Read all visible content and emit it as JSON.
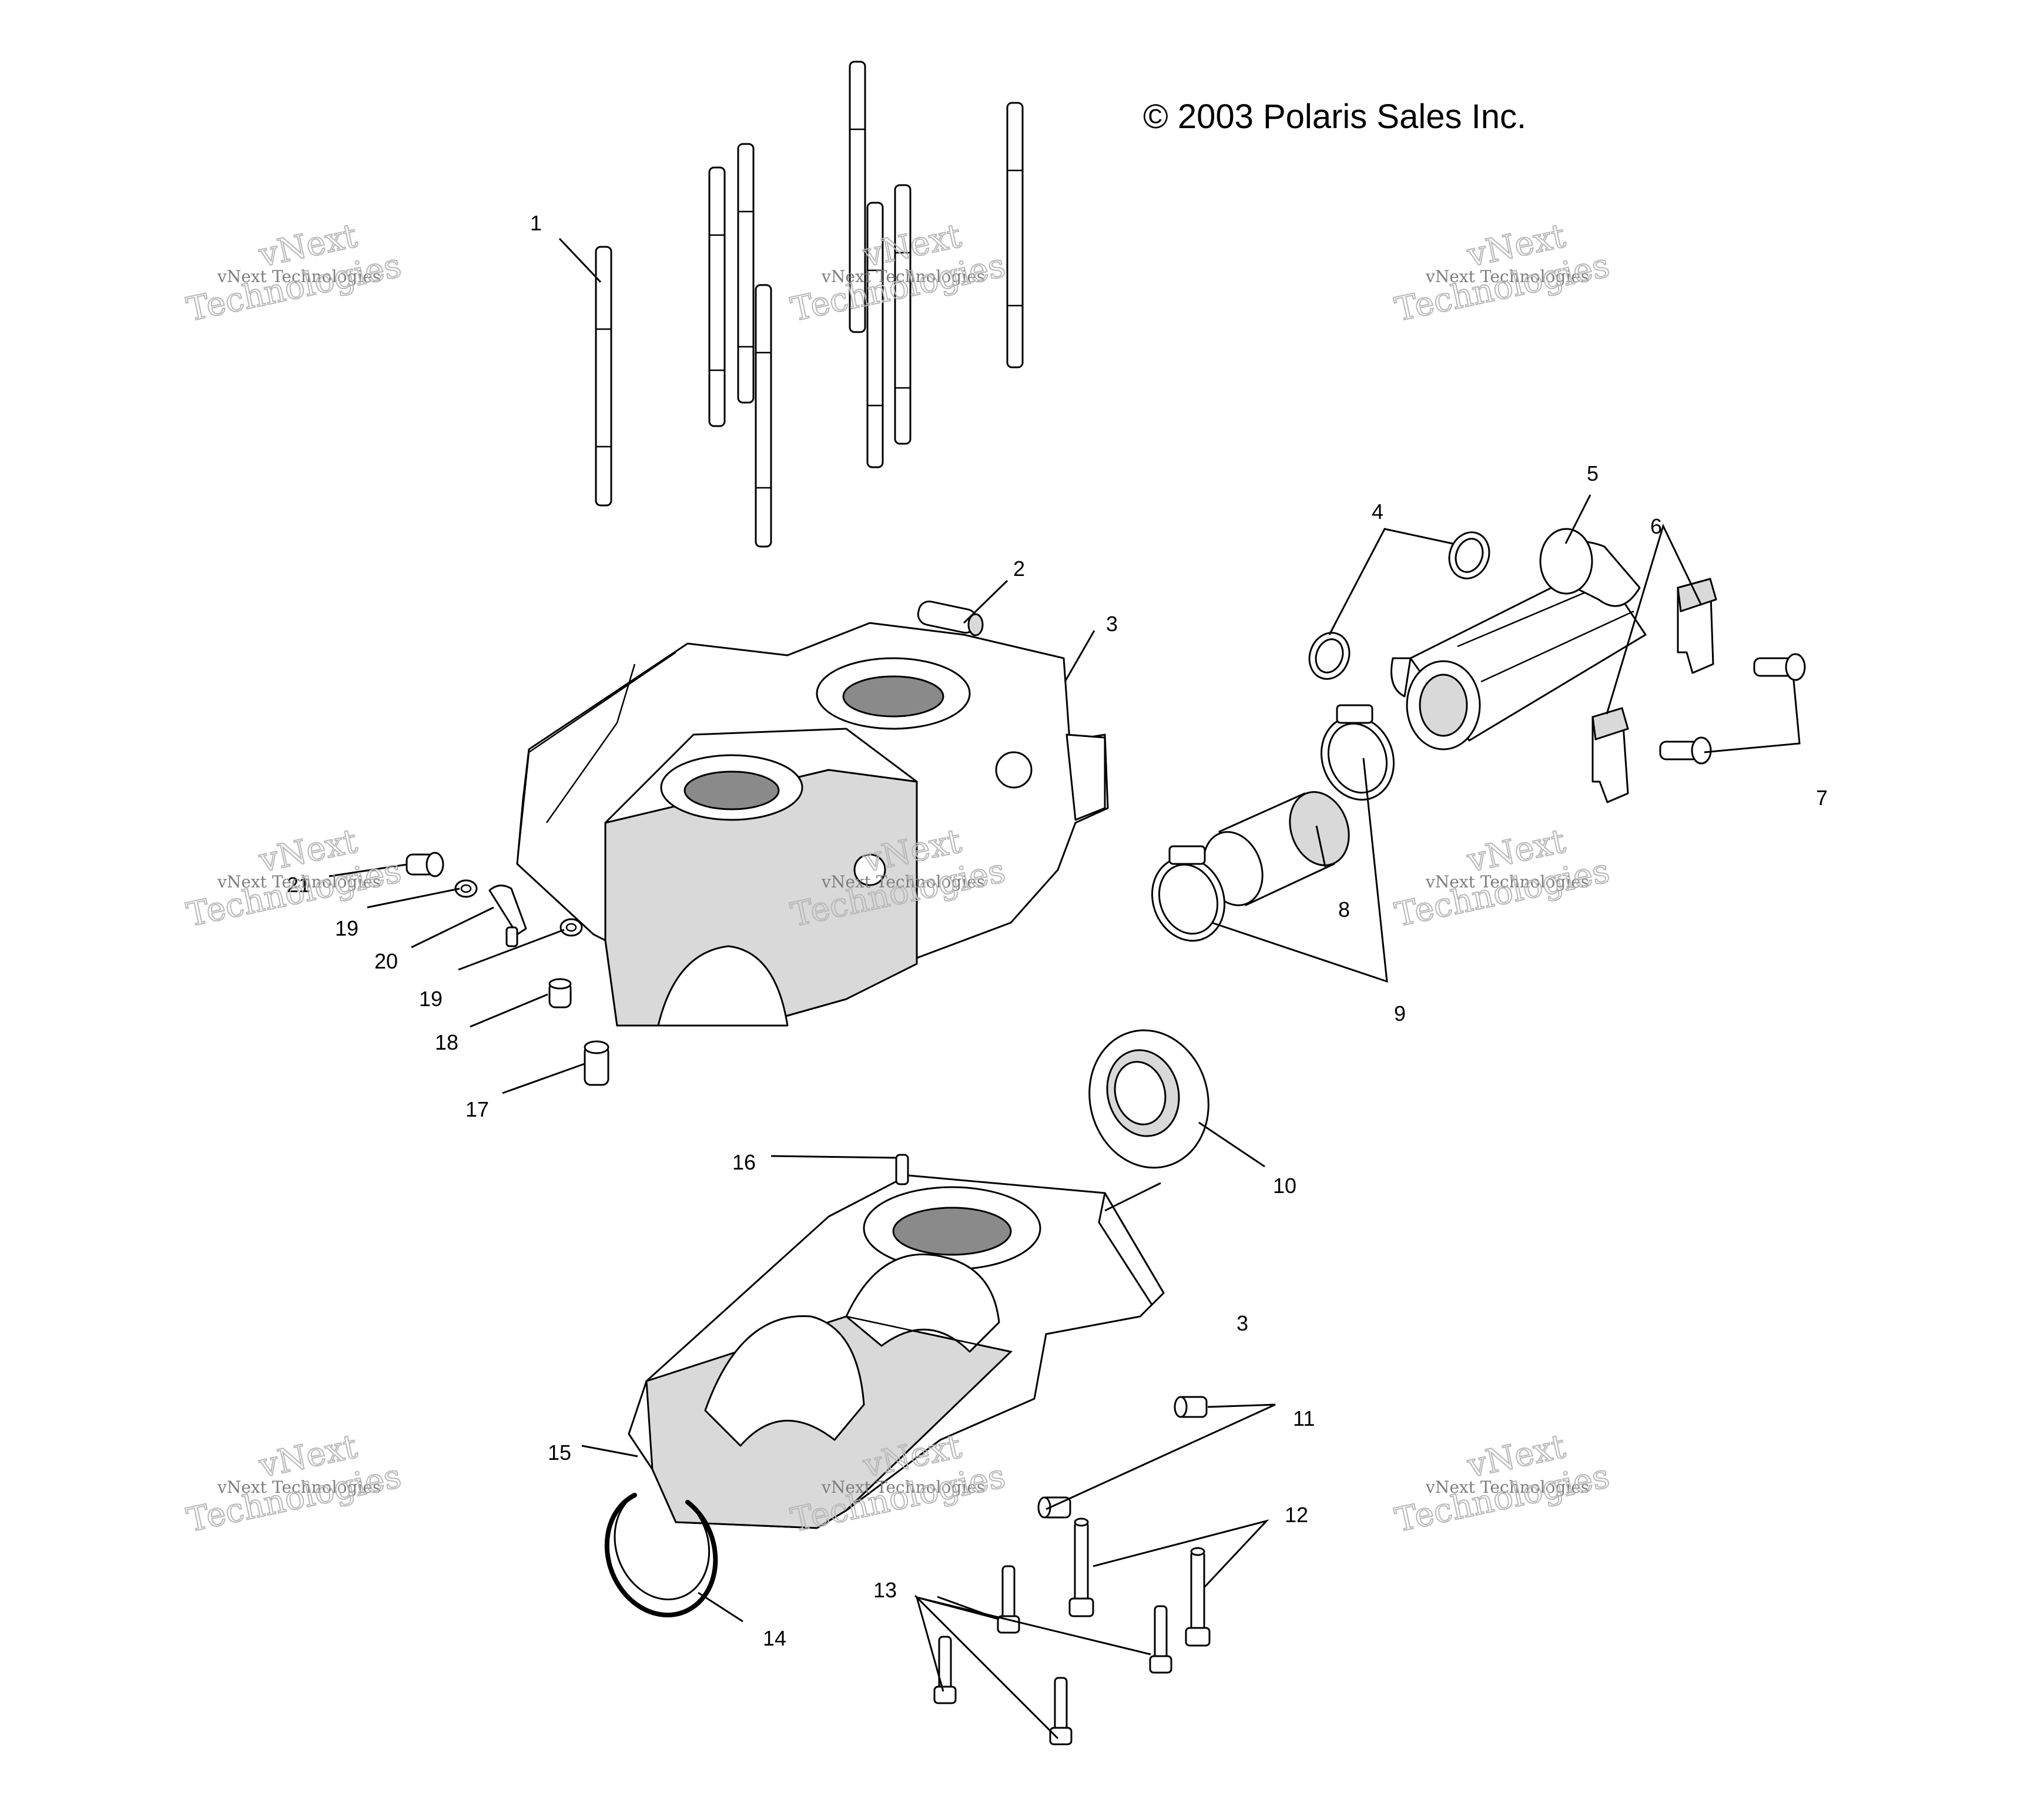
{
  "copyright": "© 2003 Polaris Sales Inc.",
  "watermark": {
    "company": "vNext Technologies",
    "line1": "vNext",
    "line2": "Technologies"
  },
  "callouts": {
    "c1": "1",
    "c2": "2",
    "c3a": "3",
    "c3b": "3",
    "c4": "4",
    "c5": "5",
    "c6": "6",
    "c7": "7",
    "c8": "8",
    "c9": "9",
    "c10": "10",
    "c11": "11",
    "c12": "12",
    "c13": "13",
    "c14": "14",
    "c15": "15",
    "c16": "16",
    "c17": "17",
    "c18": "18",
    "c19a": "19",
    "c19b": "19",
    "c20": "20",
    "c21": "21"
  },
  "colors": {
    "line": "#000000",
    "background": "#ffffff",
    "watermark": "#b8b8b8"
  }
}
